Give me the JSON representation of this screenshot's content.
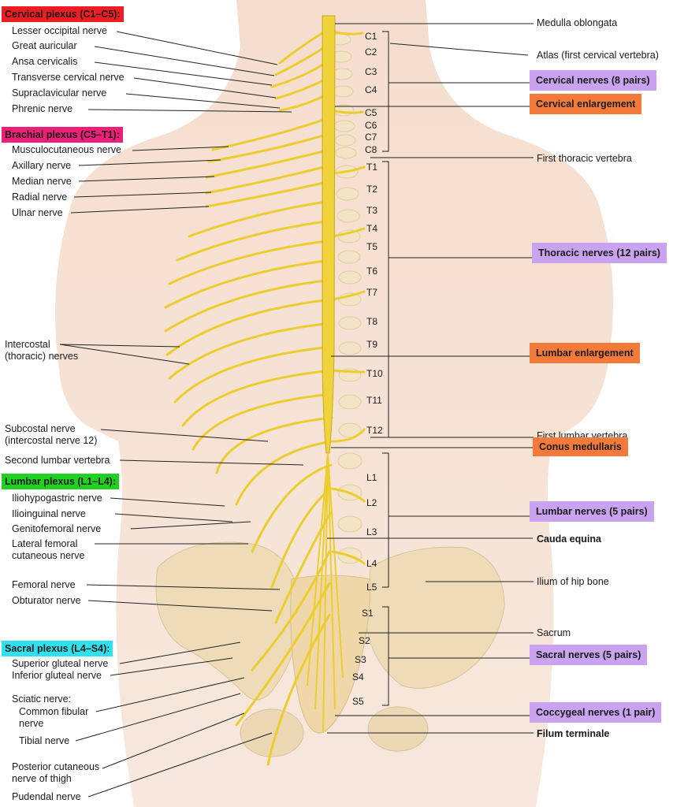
{
  "colors": {
    "cervical_header": "#ee1d23",
    "brachial_header": "#ed1f78",
    "lumbar_header": "#1fd21f",
    "sacral_header": "#2fe1ee",
    "purple_box": "#c9a3ef",
    "orange_box": "#f47a3a",
    "nerve": "#f0d23a",
    "skin": "#f4dccb"
  },
  "headers": {
    "cervical": "Cervical plexus (C1–C5):",
    "brachial": "Brachial plexus (C5–T1):",
    "lumbar": "Lumbar plexus (L1–L4):",
    "sacral": "Sacral plexus (L4–S4):"
  },
  "left_labels": {
    "lesser_occipital": "Lesser occipital nerve",
    "great_auricular": "Great auricular",
    "ansa_cervicalis": "Ansa cervicalis",
    "transverse_cervical": "Transverse cervical nerve",
    "supraclavicular": "Supraclavicular nerve",
    "phrenic": "Phrenic nerve",
    "musculocutaneous": "Musculocutaneous nerve",
    "axillary": "Axillary nerve",
    "median": "Median nerve",
    "radial": "Radial nerve",
    "ulnar": "Ulnar nerve",
    "intercostal": "Intercostal (thoracic) nerves",
    "subcostal": "Subcostal nerve (intercostal nerve 12)",
    "second_lumbar_vertebra": "Second lumbar vertebra",
    "iliohypogastric": "Iliohypogastric nerve",
    "ilioinguinal": "Ilioinguinal nerve",
    "genitofemoral": "Genitofemoral nerve",
    "lateral_femoral": "Lateral femoral cutaneous nerve",
    "femoral": "Femoral nerve",
    "obturator": "Obturator nerve",
    "superior_gluteal": "Superior gluteal nerve",
    "inferior_gluteal": "Inferior gluteal nerve",
    "sciatic": "Sciatic nerve:",
    "common_fibular": "Common fibular nerve",
    "tibial": "Tibial nerve",
    "posterior_cutaneous": "Posterior cutaneous nerve of thigh",
    "pudendal": "Pudendal nerve"
  },
  "right_labels": {
    "medulla": "Medulla oblongata",
    "atlas": "Atlas (first cervical vertebra)",
    "first_thoracic_vertebra": "First thoracic vertebra",
    "first_lumbar_vertebra": "First lumbar vertebra",
    "cauda_equina": "Cauda equina",
    "ilium": "Ilium of hip bone",
    "sacrum": "Sacrum",
    "filum_terminale": "Filum terminale"
  },
  "boxes": {
    "cervical_nerves": "Cervical nerves (8 pairs)",
    "cervical_enlargement": "Cervical enlargement",
    "thoracic_nerves": "Thoracic nerves (12 pairs)",
    "lumbar_enlargement": "Lumbar enlargement",
    "conus_medullaris": "Conus medullaris",
    "lumbar_nerves": "Lumbar nerves (5 pairs)",
    "sacral_nerves": "Sacral nerves (5 pairs)",
    "coccygeal_nerves": "Coccygeal nerves (1 pair)"
  },
  "segments": [
    "C1",
    "C2",
    "C3",
    "C4",
    "C5",
    "C6",
    "C7",
    "C8",
    "T1",
    "T2",
    "T3",
    "T4",
    "T5",
    "T6",
    "T7",
    "T8",
    "T9",
    "T10",
    "T11",
    "T12",
    "L1",
    "L2",
    "L3",
    "L4",
    "L5",
    "S1",
    "S2",
    "S3",
    "S4",
    "S5"
  ]
}
